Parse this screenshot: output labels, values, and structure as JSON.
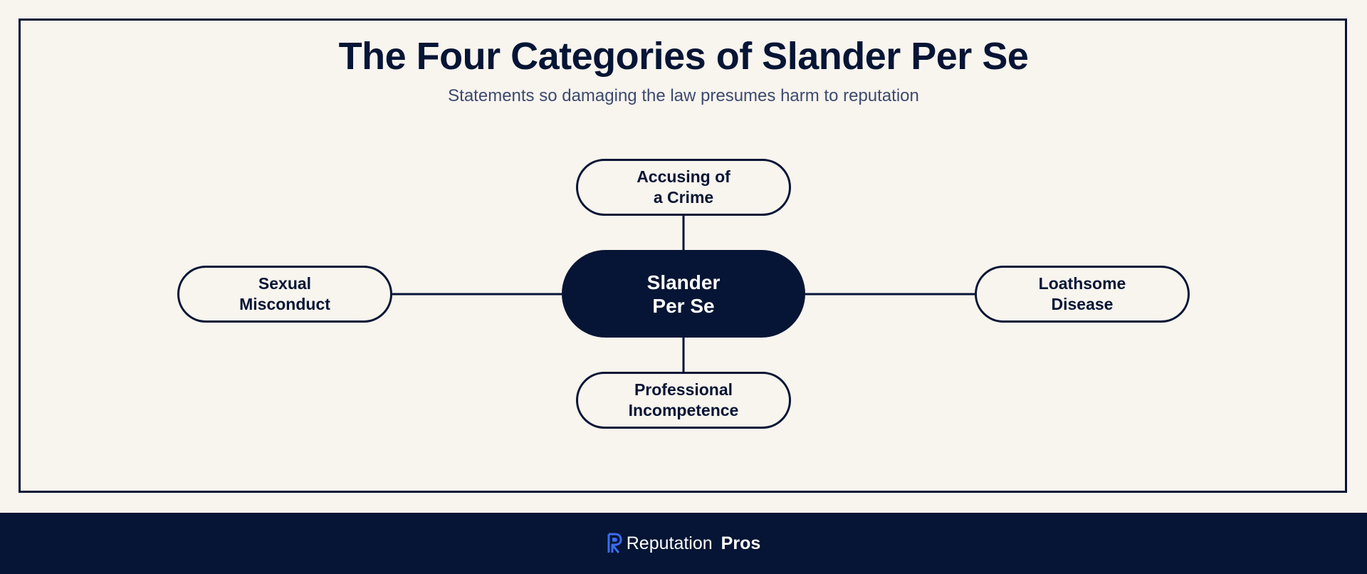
{
  "header": {
    "title": "The Four Categories of Slander Per Se",
    "subtitle": "Statements so damaging the law presumes harm to reputation"
  },
  "diagram": {
    "center": "Slander\nPer Se",
    "top": "Accusing of\na Crime",
    "left": "Sexual\nMisconduct",
    "right": "Loathsome\nDisease",
    "bottom": "Professional\nIncompetence"
  },
  "footer": {
    "brand_light": "Reputation",
    "brand_bold": "Pros",
    "logo_icon": "reputation-pros-logo-icon",
    "logo_color": "#3b6df0"
  },
  "colors": {
    "navy": "#061535",
    "background": "#f8f4ee",
    "subtitle": "#3d4a6e"
  }
}
